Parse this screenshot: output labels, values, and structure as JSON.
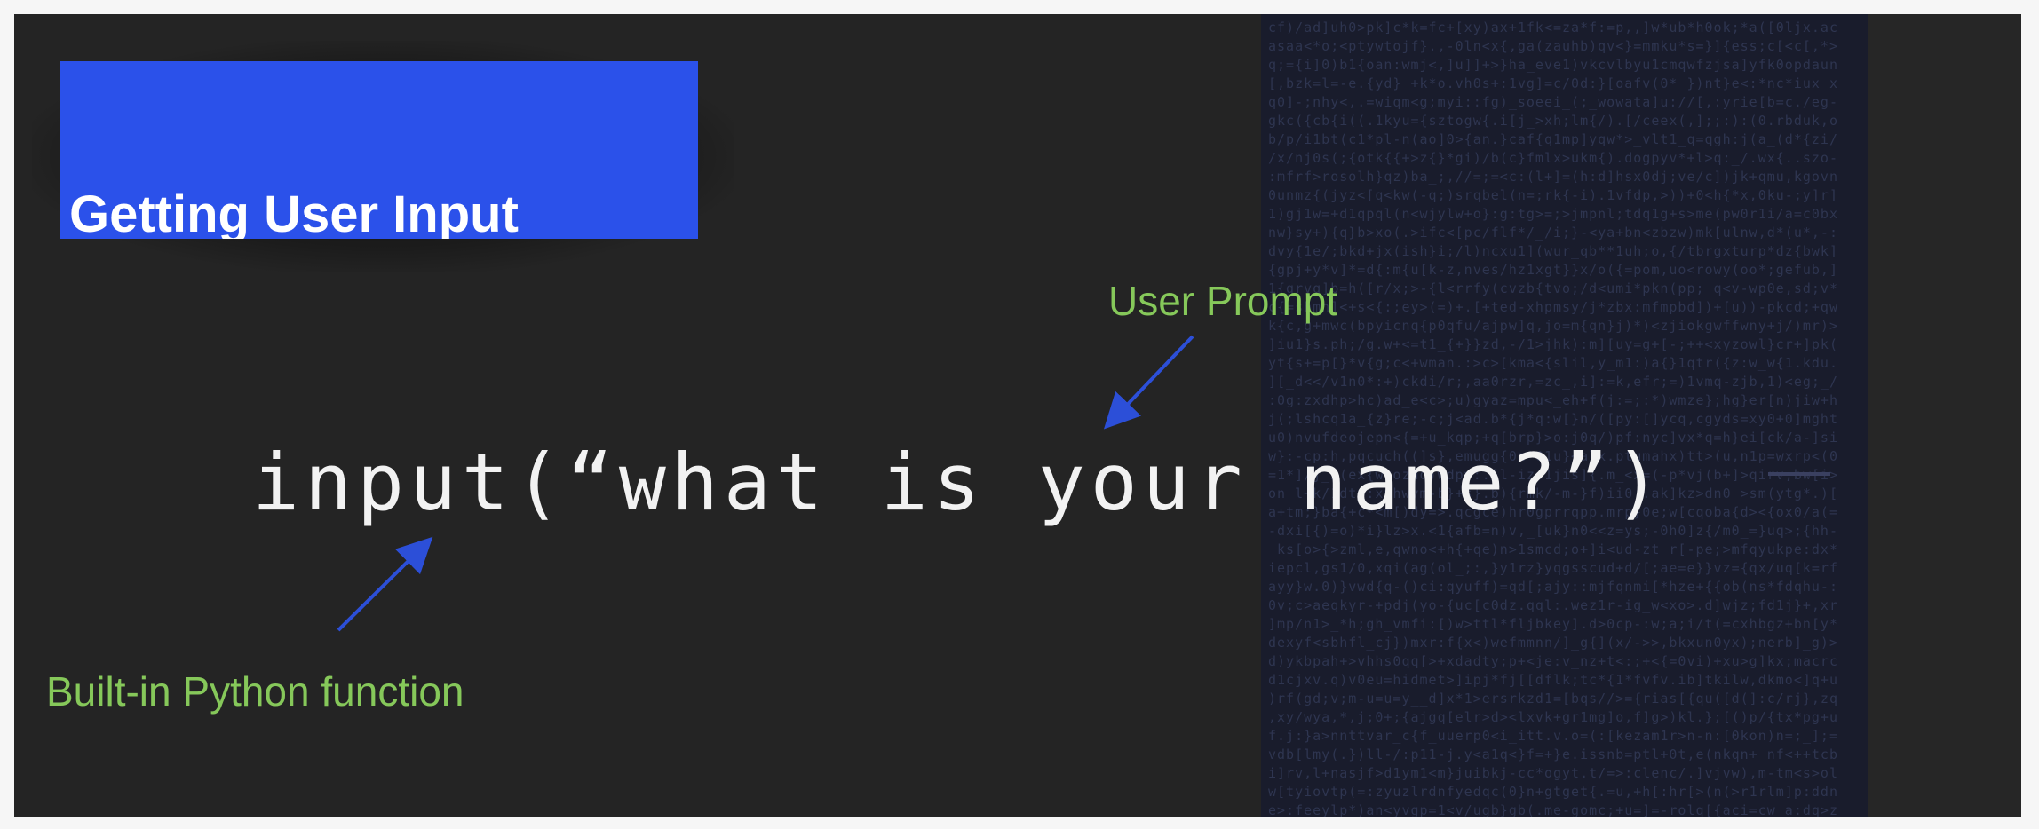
{
  "slide": {
    "title": "Getting User Input",
    "code": "input(“what is your name?”)",
    "annotations": {
      "user_prompt": "User Prompt",
      "builtin_function": "Built-in Python function"
    }
  },
  "colors": {
    "slide_bg": "#242424",
    "title_bg": "#2b51ea",
    "title_text": "#ffffff",
    "code_text": "#f2f2f2",
    "annotation_text": "#86c85a",
    "arrow": "#2c4fd8",
    "code_panel_bg": "#191c2c"
  },
  "icons": [
    "arrow-to-prompt-icon",
    "arrow-to-function-icon"
  ]
}
